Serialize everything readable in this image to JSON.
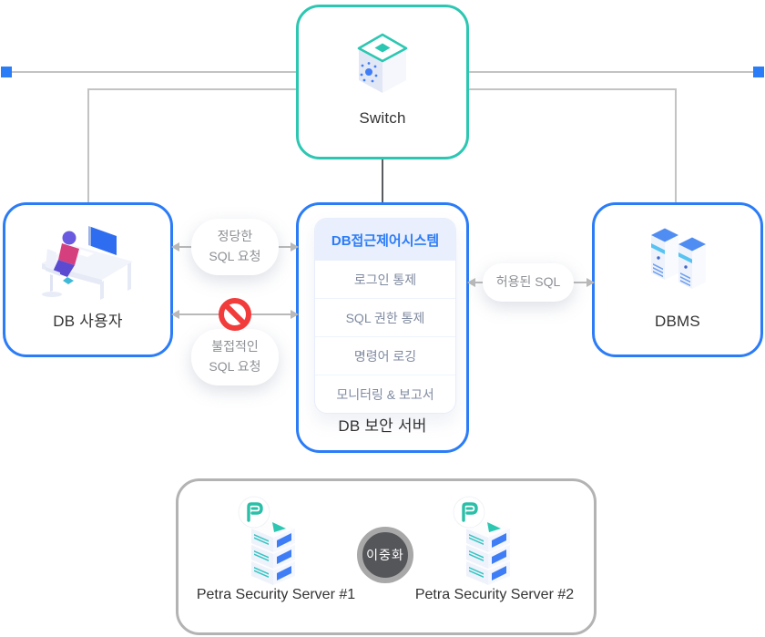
{
  "colors": {
    "teal_border": "#2cc7b2",
    "blue_border": "#2b7cf7",
    "red_prohibit": "#f23b3b",
    "line_gray": "#c3c3c3",
    "ha_circle": "#55565a"
  },
  "nodes": {
    "switch": {
      "label": "Switch",
      "icon": "network-cube-icon"
    },
    "db_user": {
      "label": "DB 사용자",
      "icon": "user-at-desk-icon"
    },
    "security_server": {
      "system_title": "DB접근제어시스템",
      "functions": [
        "로그인 통제",
        "SQL 권한 통제",
        "명령어 로깅",
        "모니터링 & 보고서"
      ],
      "label": "DB 보안 서버"
    },
    "dbms": {
      "label": "DBMS",
      "icon": "database-towers-icon"
    }
  },
  "flows": {
    "valid_sql": {
      "line1": "정당한",
      "line2": "SQL 요청"
    },
    "blocked_sql": {
      "line1": "불접적인",
      "line2": "SQL 요청",
      "icon": "no-entry-icon"
    },
    "allowed_sql": {
      "label": "허용된 SQL"
    }
  },
  "ha_cluster": {
    "server1_label": "Petra Security Server #1",
    "server2_label": "Petra Security Server #2",
    "badge": "이중화",
    "icon": "petra-server-stack-icon"
  }
}
